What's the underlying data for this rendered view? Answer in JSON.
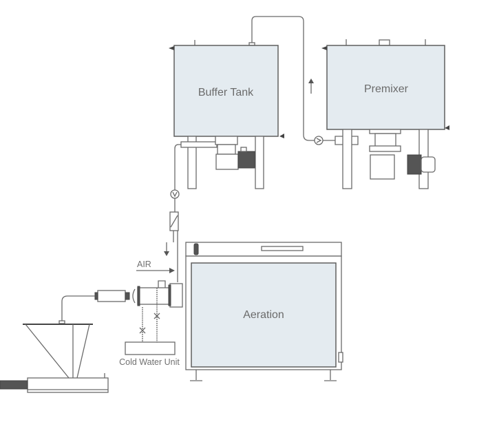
{
  "labels": {
    "buffer_tank": "Buffer Tank",
    "premixer": "Premixer",
    "aeration": "Aeration",
    "air": "AIR",
    "cold_water_unit": "Cold Water Unit"
  },
  "colors": {
    "tank_fill": "#e4ebf0",
    "line": "#6a6a6a"
  }
}
